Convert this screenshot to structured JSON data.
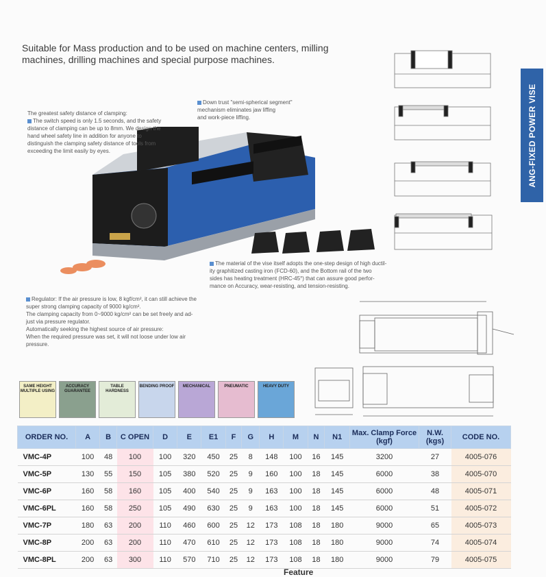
{
  "headline": "Suitable for Mass production and to be used on machine centers, milling machines, drilling machines and special purpose machines.",
  "side_banner": "ANG-FIXED POWER VISE",
  "notes": {
    "safety": [
      "The greatest safety distance of clamping:",
      "The switch speed is only 1.5 seconds, and the safety",
      "distance of clamping can be up to 8mm. We design the",
      "hand wheel safety line in addition for anyone to",
      "distinguish the clamping safety distance of tools from",
      "exceeding the limit easily by eyes."
    ],
    "trust": [
      "Down trust \"semi-spherical segment\"",
      "mechanism eliminates jaw liffing",
      "and work-piece liffing."
    ],
    "material": [
      "The material of the vise itself adopts the one-step design of high ductil-",
      "ity graphitized casting iron (FCD-60), and the Bottom rail of the two",
      "sides has heating treatment (HRC-45°) that can assure good perfor-",
      "mance on Accuracy, wear-resisting, and tension-resisting."
    ],
    "regulator": [
      "Regulator: If the air pressure is low, 8 kgf/cm², it can still achieve the",
      "super strong clamping capacity of 9000 kg/cm².",
      "The clamping capacity from 0~9000 kg/cm² can be set freely and ad-",
      "just via pressure regulator.",
      "Automatically seeking the highest source of air pressure:",
      "When the required pressure was set, it will not loose under low air",
      "pressure."
    ]
  },
  "feature_icons": [
    {
      "label": "SAME HEIGHT MULTIPLE USING",
      "bg": "#f3efc6"
    },
    {
      "label": "ACCURACY GUARANTEE",
      "bg": "#8aa08e"
    },
    {
      "label": "TABLE HARDNESS",
      "bg": "#e3ecd8"
    },
    {
      "label": "BENDING PROOF",
      "bg": "#c8d6ec"
    },
    {
      "label": "MECHANICAL",
      "bg": "#b9a7d6"
    },
    {
      "label": "PNEUMATIC",
      "bg": "#e6bcd0"
    },
    {
      "label": "HEAVY DUTY",
      "bg": "#6aa6d8"
    }
  ],
  "table": {
    "headers": [
      "ORDER NO.",
      "A",
      "B",
      "C OPEN",
      "D",
      "E",
      "E1",
      "F",
      "G",
      "H",
      "M",
      "N",
      "N1",
      "Max. Clamp Force (kgf)",
      "N.W. (kgs)",
      "CODE NO."
    ],
    "rows": [
      [
        "VMC-4P",
        "100",
        "48",
        "100",
        "100",
        "320",
        "450",
        "25",
        "8",
        "148",
        "100",
        "16",
        "145",
        "3200",
        "27",
        "4005-076"
      ],
      [
        "VMC-5P",
        "130",
        "55",
        "150",
        "105",
        "380",
        "520",
        "25",
        "9",
        "160",
        "100",
        "18",
        "145",
        "6000",
        "38",
        "4005-070"
      ],
      [
        "VMC-6P",
        "160",
        "58",
        "160",
        "105",
        "400",
        "540",
        "25",
        "9",
        "163",
        "100",
        "18",
        "145",
        "6000",
        "48",
        "4005-071"
      ],
      [
        "VMC-6PL",
        "160",
        "58",
        "250",
        "105",
        "490",
        "630",
        "25",
        "9",
        "163",
        "100",
        "18",
        "145",
        "6000",
        "51",
        "4005-072"
      ],
      [
        "VMC-7P",
        "180",
        "63",
        "200",
        "110",
        "460",
        "600",
        "25",
        "12",
        "173",
        "108",
        "18",
        "180",
        "9000",
        "65",
        "4005-073"
      ],
      [
        "VMC-8P",
        "200",
        "63",
        "200",
        "110",
        "470",
        "610",
        "25",
        "12",
        "173",
        "108",
        "18",
        "180",
        "9000",
        "74",
        "4005-074"
      ],
      [
        "VMC-8PL",
        "200",
        "63",
        "300",
        "110",
        "570",
        "710",
        "25",
        "12",
        "173",
        "108",
        "18",
        "180",
        "9000",
        "79",
        "4005-075"
      ]
    ]
  },
  "footer_text": "Feature"
}
